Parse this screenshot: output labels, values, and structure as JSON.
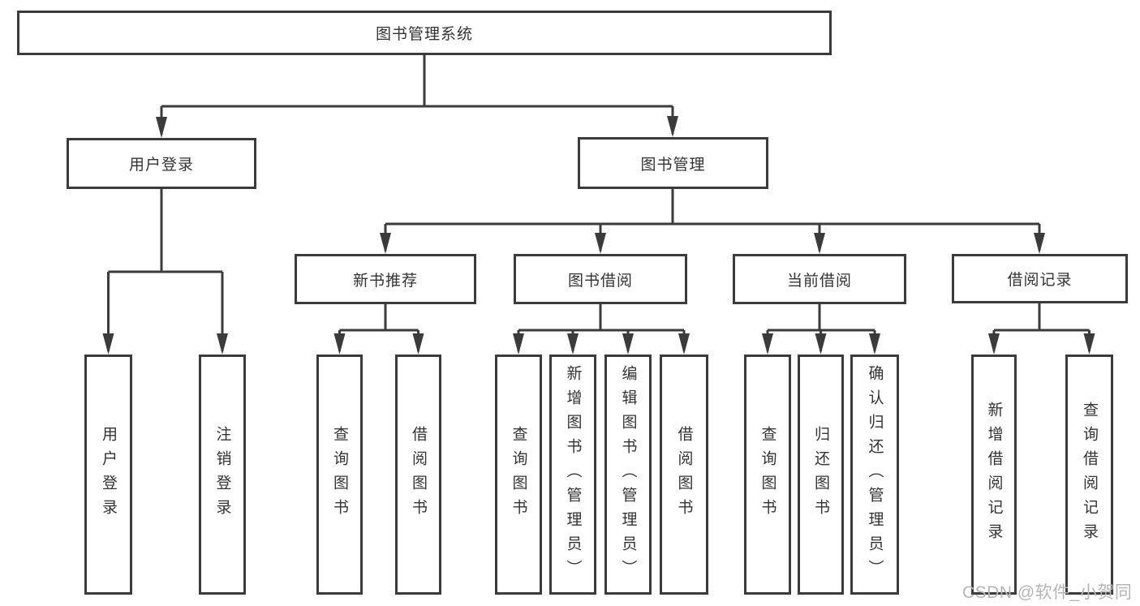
{
  "tree": {
    "root": "图书管理系统",
    "children": [
      {
        "label": "用户登录",
        "children": [
          "用户登录",
          "注销登录"
        ]
      },
      {
        "label": "图书管理",
        "children": [
          {
            "label": "新书推荐",
            "children": [
              "查询图书",
              "借阅图书"
            ]
          },
          {
            "label": "图书借阅",
            "children": [
              "查询图书",
              "新增图书（管理员）",
              "编辑图书（管理员）",
              "借阅图书"
            ]
          },
          {
            "label": "当前借阅",
            "children": [
              "查询图书",
              "归还图书",
              "确认归还（管理员）"
            ]
          },
          {
            "label": "借阅记录",
            "children": [
              "新增借阅记录",
              "查询借阅记录"
            ]
          }
        ]
      }
    ]
  },
  "watermark": "CSDN @软件_小贺同学",
  "colors": {
    "line": "#3b3b3b",
    "text": "#333333",
    "watermark": "#b5b5b5",
    "background": "#ffffff"
  }
}
